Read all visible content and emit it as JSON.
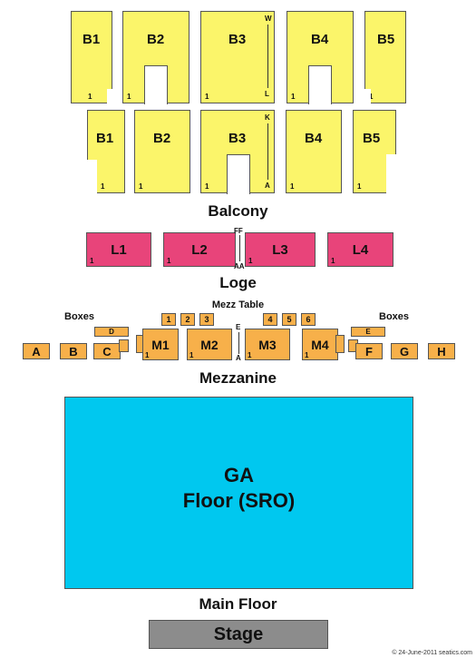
{
  "balcony": {
    "upper": [
      {
        "label": "B1",
        "row": "1"
      },
      {
        "label": "B2",
        "row": "1"
      },
      {
        "label": "B3",
        "row": "1",
        "top_row": "W",
        "bottom_row": "L"
      },
      {
        "label": "B4",
        "row": "1"
      },
      {
        "label": "B5",
        "row": "1"
      }
    ],
    "lower": [
      {
        "label": "B1",
        "row": "1"
      },
      {
        "label": "B2",
        "row": "1"
      },
      {
        "label": "B3",
        "row": "1",
        "top_row": "K",
        "bottom_row": "A"
      },
      {
        "label": "B4",
        "row": "1"
      },
      {
        "label": "B5",
        "row": "1"
      }
    ],
    "title": "Balcony"
  },
  "loge": {
    "sections": [
      {
        "label": "L1",
        "row": "1"
      },
      {
        "label": "L2",
        "row": "1"
      },
      {
        "label": "L3",
        "row": "1"
      },
      {
        "label": "L4",
        "row": "1"
      }
    ],
    "top_row": "FF",
    "bottom_row": "AA",
    "title": "Loge"
  },
  "mezzanine": {
    "table_title": "Mezz Table",
    "tables": [
      "1",
      "2",
      "3",
      "4",
      "5",
      "6"
    ],
    "sections": [
      {
        "label": "M1",
        "row": "1"
      },
      {
        "label": "M2",
        "row": "1"
      },
      {
        "label": "M3",
        "row": "1"
      },
      {
        "label": "M4",
        "row": "1"
      }
    ],
    "top_row": "E",
    "bottom_row": "A",
    "boxes_left_title": "Boxes",
    "boxes_right_title": "Boxes",
    "boxes_left": [
      "A",
      "B",
      "C",
      "D"
    ],
    "boxes_right": [
      "E",
      "F",
      "G",
      "H"
    ],
    "title": "Mezzanine"
  },
  "floor": {
    "label_line1": "GA",
    "label_line2": "Floor (SRO)",
    "title": "Main Floor"
  },
  "stage": {
    "label": "Stage"
  },
  "copyright": "© 24-June-2011 seatics.com",
  "colors": {
    "balcony": "#fbf56a",
    "loge": "#e8447a",
    "mezzanine": "#f7b04a",
    "floor": "#00c8ef",
    "stage": "#8c8c8c"
  }
}
